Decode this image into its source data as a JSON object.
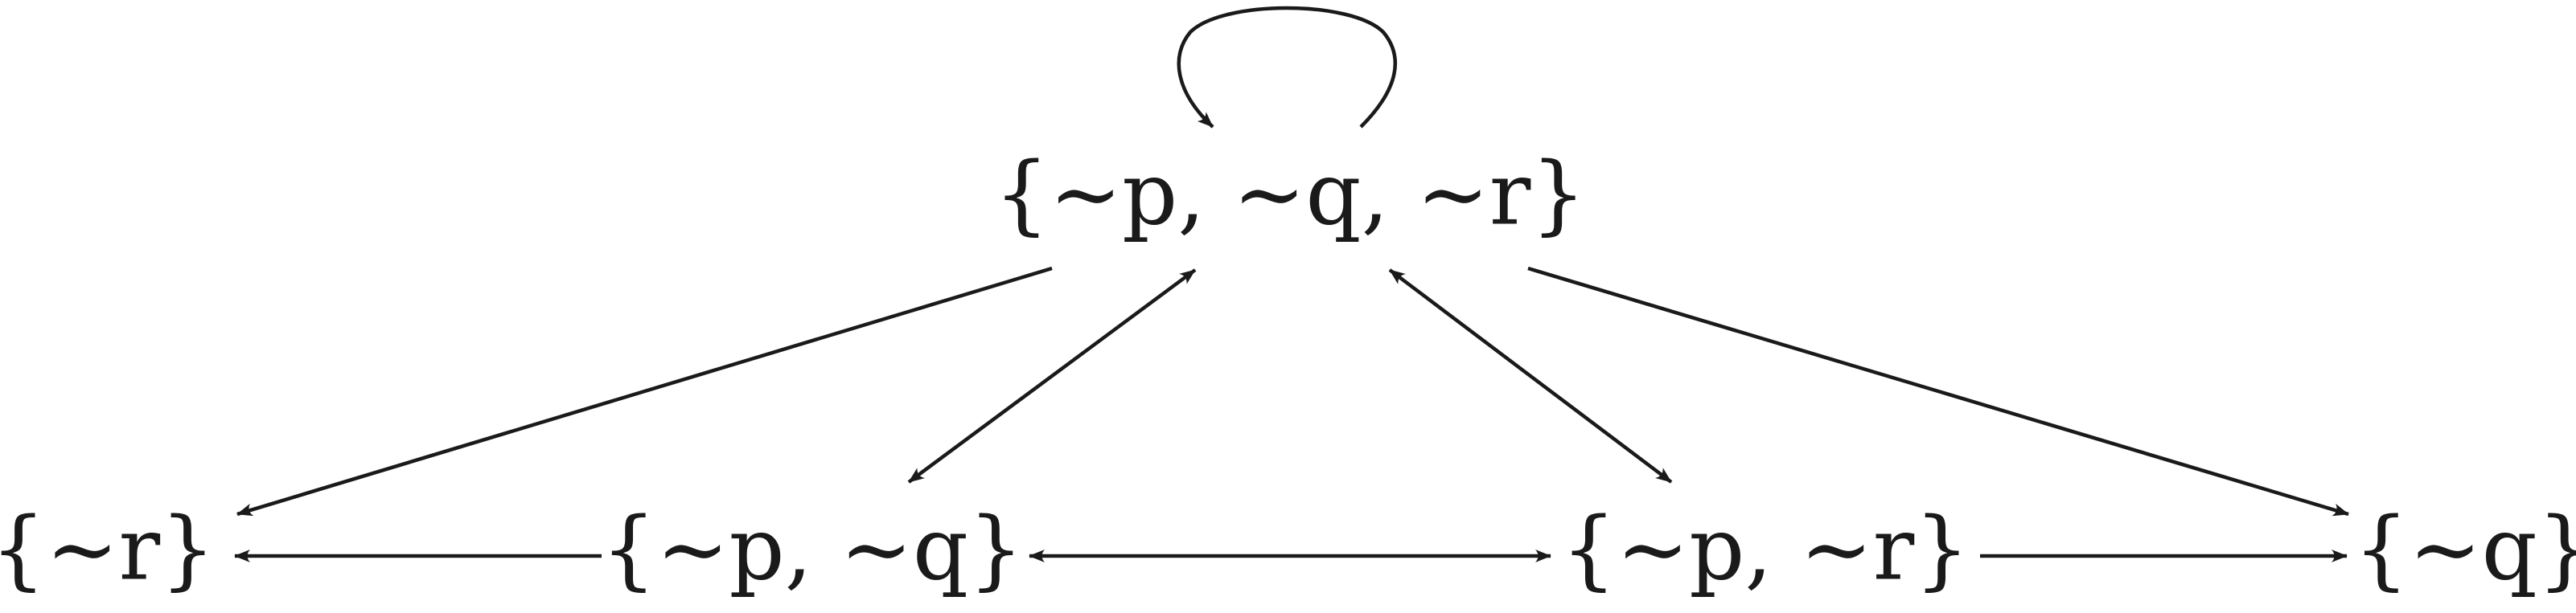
{
  "nodes": [
    {
      "id": "top",
      "label": "{∼p, ∼q, ∼r}"
    },
    {
      "id": "r",
      "label": "{∼r}"
    },
    {
      "id": "pq",
      "label": "{∼p, ∼q}"
    },
    {
      "id": "pr",
      "label": "{∼p, ∼r}"
    },
    {
      "id": "q",
      "label": "{∼q}"
    }
  ],
  "edges": [
    {
      "from": "top",
      "to": "top",
      "type": "self-loop"
    },
    {
      "from": "top",
      "to": "r",
      "type": "directed"
    },
    {
      "from": "top",
      "to": "q",
      "type": "directed"
    },
    {
      "from": "top",
      "to": "pq",
      "type": "bidirectional"
    },
    {
      "from": "top",
      "to": "pr",
      "type": "bidirectional"
    },
    {
      "from": "pq",
      "to": "r",
      "type": "directed"
    },
    {
      "from": "pq",
      "to": "pr",
      "type": "bidirectional"
    },
    {
      "from": "pr",
      "to": "q",
      "type": "directed"
    }
  ]
}
